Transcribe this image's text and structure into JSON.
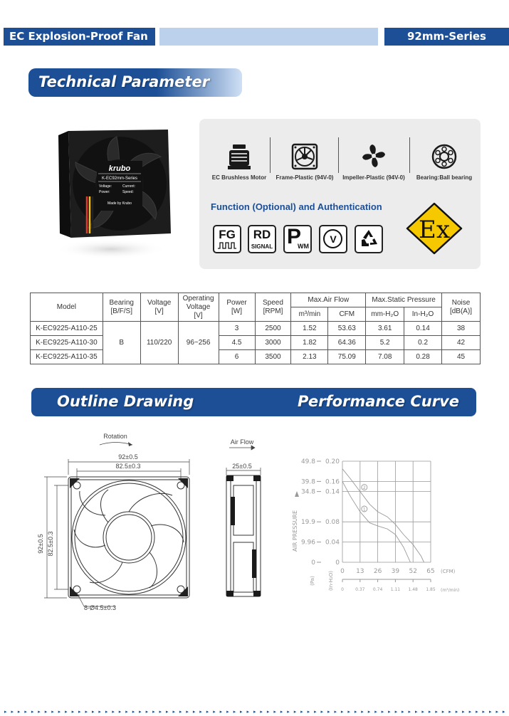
{
  "header": {
    "left_title": "EC Explosion-Proof Fan",
    "right_title": "92mm-Series"
  },
  "sections": {
    "technical": "Technical Parameter",
    "outline": "Outline Drawing",
    "performance": "Performance Curve"
  },
  "fan_label": {
    "brand": "krubo",
    "series": "K-EC92mm-Series",
    "voltage": "Voltage:",
    "current": "Current:",
    "power": "Power:",
    "speed": "Speed:",
    "made_by": "Made by Krubo"
  },
  "features": [
    {
      "label": "EC Brushless Motor",
      "icon": "motor-icon"
    },
    {
      "label": "Frame-Plastic (94V-0)",
      "icon": "frame-icon"
    },
    {
      "label": "Impeller-Plastic (94V-0)",
      "icon": "impeller-icon"
    },
    {
      "label": "Bearing:Ball bearing",
      "icon": "bearing-icon"
    }
  ],
  "function_title": "Function (Optional) and Authentication",
  "certs": {
    "fg": "FG",
    "rd": "RD",
    "rd_sub": "SIGNAL",
    "pwm_p": "P",
    "pwm_sub": "WM",
    "v": "V",
    "ex": "Ex"
  },
  "table": {
    "headers": {
      "model": "Model",
      "bearing": "Bearing",
      "bearing_sub": "[B/F/S]",
      "voltage": "Voltage",
      "voltage_sub": "[V]",
      "op_voltage": "Operating",
      "op_voltage_2": "Voltage",
      "op_voltage_sub": "[V]",
      "power": "Power",
      "power_sub": "[W]",
      "speed": "Speed",
      "speed_sub": "[RPM]",
      "airflow": "Max.Air Flow",
      "airflow_m3": "m³/min",
      "airflow_cfm": "CFM",
      "pressure": "Max.Static Pressure",
      "pressure_mm": "mm-H₂O",
      "pressure_in": "In-H₂O",
      "noise": "Noise",
      "noise_sub": "[dB(A)]"
    },
    "shared": {
      "bearing": "B",
      "voltage": "110/220",
      "op_voltage": "96~256"
    },
    "rows": [
      {
        "model": "K-EC9225-A110-25",
        "power": "3",
        "speed": "2500",
        "m3": "1.52",
        "cfm": "53.63",
        "mm": "3.61",
        "in": "0.14",
        "noise": "38"
      },
      {
        "model": "K-EC9225-A110-30",
        "power": "4.5",
        "speed": "3000",
        "m3": "1.82",
        "cfm": "64.36",
        "mm": "5.2",
        "in": "0.2",
        "noise": "42"
      },
      {
        "model": "K-EC9225-A110-35",
        "power": "6",
        "speed": "3500",
        "m3": "2.13",
        "cfm": "75.09",
        "mm": "7.08",
        "in": "0.28",
        "noise": "45"
      }
    ]
  },
  "outline": {
    "rotation": "Rotation",
    "airflow": "Air Flow",
    "dim_92": "92±0.5",
    "dim_825": "82.5±0.3",
    "dim_25": "25±0.5",
    "dim_v92": "92±0.5",
    "dim_v825": "82.5±0.3",
    "holes": "8-Ø4.5±0.3"
  },
  "chart_data": {
    "type": "line",
    "ylabel": "AIR PRESSURE",
    "y_left_unit": "(Pa)",
    "y_right_unit": "(In-H₂O)",
    "y_pa_ticks": [
      "49.8",
      "39.8",
      "34.8",
      "19.9",
      "9.96",
      "0"
    ],
    "y_in_ticks": [
      "0.20",
      "0.16",
      "0.14",
      "0.08",
      "0.04",
      "0"
    ],
    "x_cfm_ticks": [
      "0",
      "13",
      "26",
      "39",
      "52",
      "65"
    ],
    "x_cfm_unit": "(CFM)",
    "x_m3_ticks": [
      "0",
      "0.37",
      "0.74",
      "1.11",
      "1.48",
      "1.85"
    ],
    "x_m3_unit": "(m³/min)",
    "series": [
      {
        "name": "②",
        "x": [
          0,
          6,
          13,
          20,
          26,
          33,
          39,
          45,
          52,
          58,
          60
        ],
        "y": [
          0.185,
          0.165,
          0.14,
          0.115,
          0.1,
          0.09,
          0.075,
          0.055,
          0.035,
          0.012,
          0
        ]
      },
      {
        "name": "①",
        "x": [
          0,
          6,
          13,
          20,
          26,
          33,
          39,
          45,
          48,
          50
        ],
        "y": [
          0.16,
          0.13,
          0.1,
          0.078,
          0.072,
          0.066,
          0.055,
          0.03,
          0.012,
          0
        ]
      }
    ],
    "xlim": [
      0,
      65
    ],
    "ylim": [
      0,
      0.2
    ]
  }
}
